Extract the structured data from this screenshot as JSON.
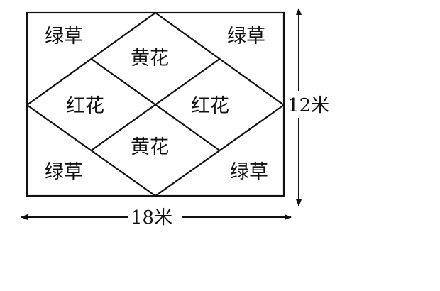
{
  "regions": {
    "green_top_left": "绿草",
    "green_top_right": "绿草",
    "green_bottom_left": "绿草",
    "green_bottom_right": "绿草",
    "yellow_top": "黄花",
    "yellow_bottom": "黄花",
    "red_left": "红花",
    "red_right": "红花"
  },
  "dimensions": {
    "width": "18米",
    "height": "12米"
  },
  "colors": {
    "line": "#111111",
    "background": "#ffffff"
  }
}
